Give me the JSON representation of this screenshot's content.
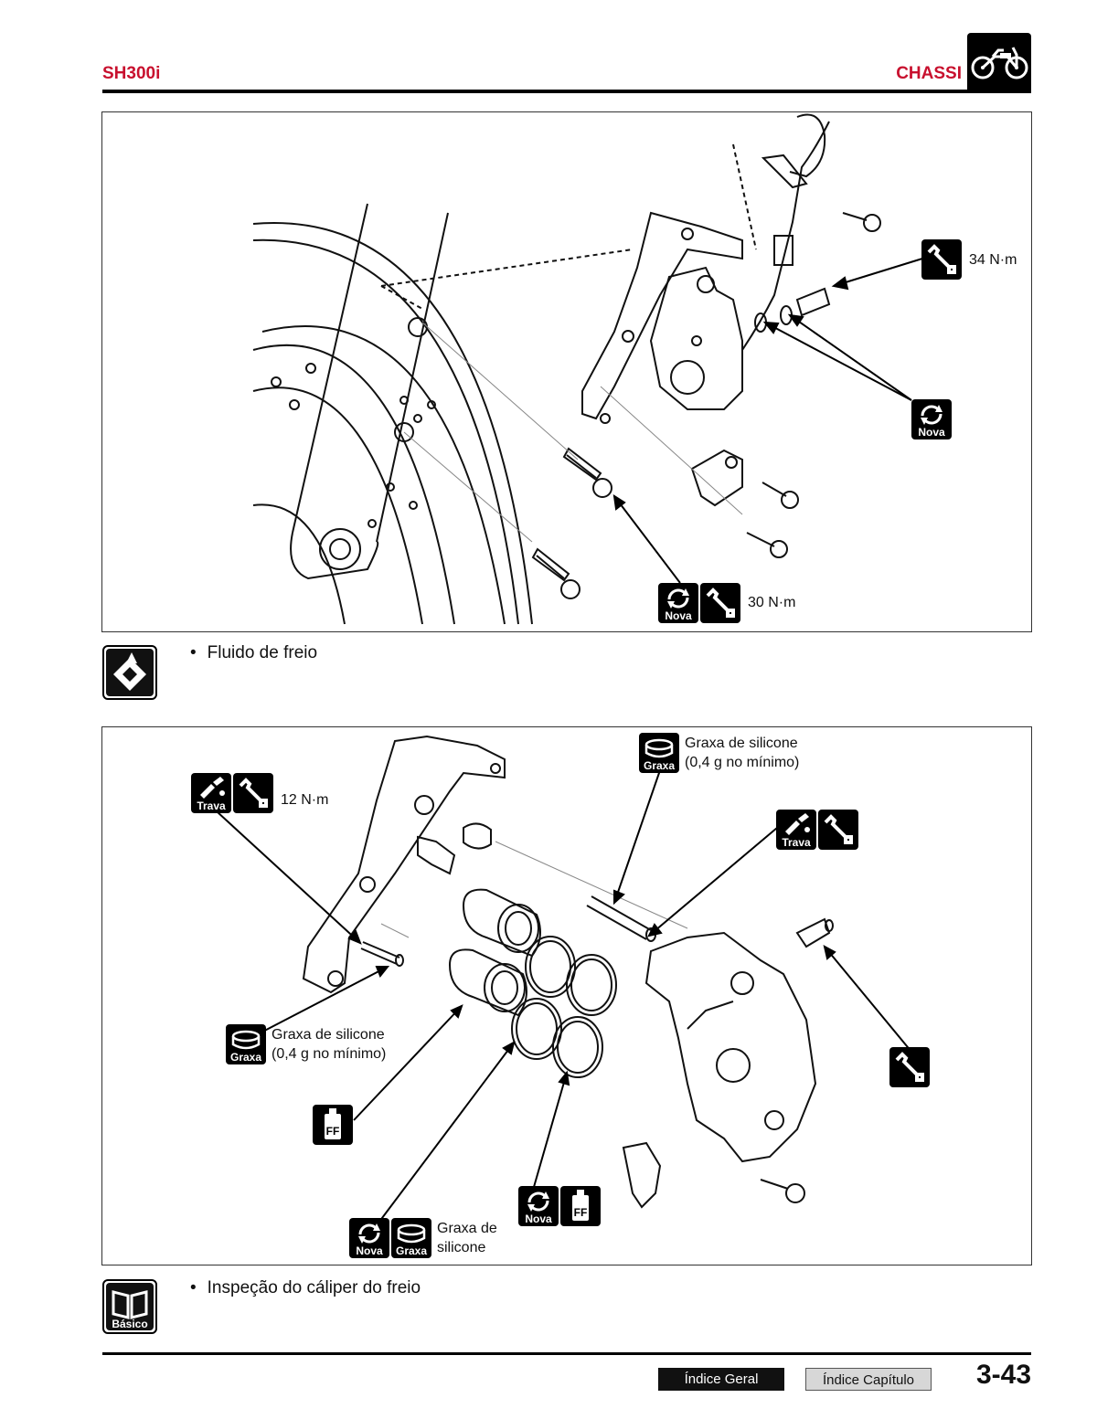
{
  "header": {
    "model": "SH300i",
    "section": "CHASSI"
  },
  "figure1": {
    "torque_bleeder": "34 N·m",
    "torque_bolts": "30 N·m",
    "symbol_new": "Nova"
  },
  "note1": {
    "bullet": "•",
    "text": "Fluido de freio"
  },
  "figure2": {
    "grease_top_line1": "Graxa de silicone",
    "grease_top_line2": "(0,4 g no mínimo)",
    "torque_bracket": "12 N·m",
    "grease_left_line1": "Graxa de silicone",
    "grease_left_line2": "(0,4 g no mínimo)",
    "grease_bottom_line1": "Graxa de",
    "grease_bottom_line2": "silicone",
    "symbol_lock": "Trava",
    "symbol_grease": "Graxa",
    "symbol_new": "Nova",
    "symbol_ff": "FF"
  },
  "note2": {
    "bullet": "•",
    "text": "Inspeção do cáliper do freio",
    "symbol_basic": "Básico"
  },
  "footer": {
    "index_general": "Índice Geral",
    "index_chapter": "Índice Capítulo",
    "page_number": "3-43"
  }
}
